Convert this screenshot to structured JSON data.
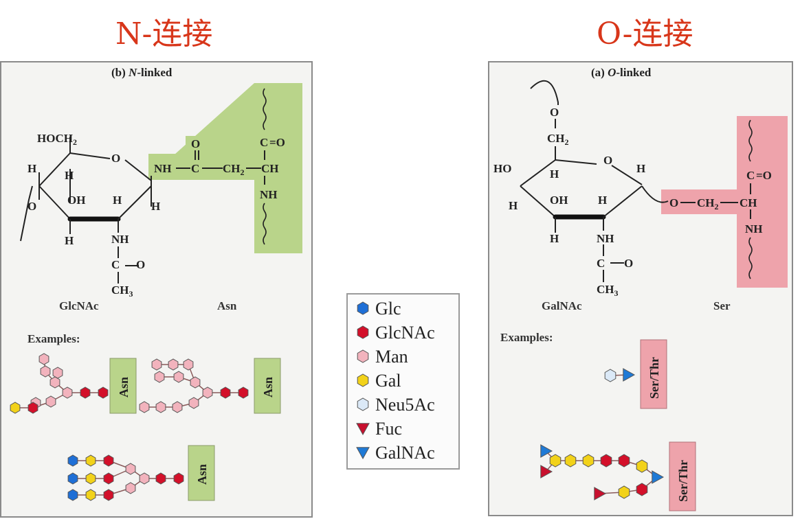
{
  "titles": {
    "left": "N-连接",
    "right": "O-连接"
  },
  "n_panel": {
    "heading_prefix": "(b) ",
    "heading_italic": "N",
    "heading_suffix": "-linked",
    "sugar_name": "GlcNAc",
    "residue_name": "Asn",
    "examples_label": "Examples:",
    "chem": {
      "hoch": "HOCH",
      "sub2": "2",
      "O": "O",
      "H": "H",
      "OH": "OH",
      "NH": "NH",
      "C": "C",
      "CH": "CH",
      "CH3": "CH",
      "sub3": "3",
      "ring_O": "O",
      "nh_link": "NH",
      "ch2": "CH",
      "eqO": "=O"
    },
    "example_labels": [
      "Asn",
      "Asn",
      "Asn"
    ]
  },
  "o_panel": {
    "heading_prefix": "(a) ",
    "heading_italic": "O",
    "heading_suffix": "-linked",
    "sugar_name": "GalNAc",
    "residue_name": "Ser",
    "examples_label": "Examples:",
    "chem": {
      "HO": "HO",
      "O": "O",
      "H": "H",
      "OH": "OH",
      "NH": "NH",
      "C": "C",
      "CH": "CH",
      "CH2": "CH",
      "sub2": "2",
      "sub3": "3",
      "ring_O": "O",
      "O_link": "O",
      "eqO": "=O"
    },
    "example_labels": [
      "Ser/Thr",
      "Ser/Thr"
    ]
  },
  "legend": {
    "items": [
      {
        "label": "Glc",
        "shape": "hexagon",
        "color": "#1f6fd6"
      },
      {
        "label": "GlcNAc",
        "shape": "hexagon",
        "color": "#d3102a"
      },
      {
        "label": "Man",
        "shape": "hexagon",
        "color": "#f2b3bd"
      },
      {
        "label": "Gal",
        "shape": "hexagon",
        "color": "#f2d21a"
      },
      {
        "label": "Neu5Ac",
        "shape": "hexagon",
        "color": "#dbe9f7"
      },
      {
        "label": "Fuc",
        "shape": "triangle-down",
        "color": "#c8102e"
      },
      {
        "label": "GalNAc",
        "shape": "triangle-down",
        "color": "#1f7ad6"
      }
    ]
  },
  "colors": {
    "title": "#d8361a",
    "asn_highlight": "#b9d48a",
    "ser_highlight": "#eea3ab"
  }
}
